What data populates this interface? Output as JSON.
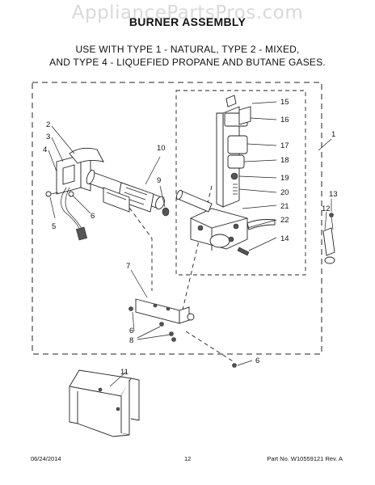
{
  "watermark": "AppliancePartsPros.com",
  "title": "BURNER ASSEMBLY",
  "subtitle_line1": "USE WITH TYPE 1 - NATURAL, TYPE 2 - MIXED,",
  "subtitle_line2": "AND TYPE 4 - LIQUEFIED PROPANE AND BUTANE GASES.",
  "callouts": {
    "c1": "1",
    "c2": "2",
    "c3": "3",
    "c4": "4",
    "c5": "5",
    "c6a": "6",
    "c6b": "6",
    "c6c": "6",
    "c7": "7",
    "c8": "8",
    "c9": "9",
    "c10": "10",
    "c11": "11",
    "c12": "12",
    "c13": "13",
    "c14": "14",
    "c15": "15",
    "c16": "16",
    "c17": "17",
    "c18": "18",
    "c19": "19",
    "c20": "20",
    "c21": "21",
    "c22": "22"
  },
  "footer": {
    "date": "06/24/2014",
    "page": "12",
    "part": "Part No. W10559121  Rev. A"
  }
}
